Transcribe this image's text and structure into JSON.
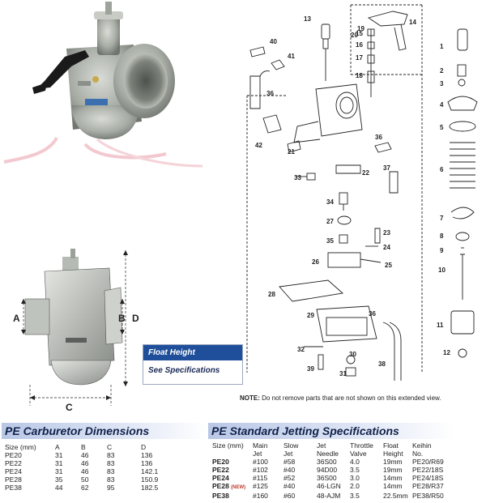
{
  "floatbox": {
    "title": "Float Height",
    "subtitle": "See Specifications"
  },
  "note": {
    "label": "NOTE:",
    "text": " Do not remove parts that are not shown on this extended view."
  },
  "dimensions": {
    "title": "PE Carburetor Dimensions",
    "headers": [
      "Size (mm)",
      "A",
      "B",
      "C",
      "D"
    ],
    "rows": [
      [
        "PE20",
        "31",
        "46",
        "83",
        "136"
      ],
      [
        "PE22",
        "31",
        "46",
        "83",
        "136"
      ],
      [
        "PE24",
        "31",
        "46",
        "83",
        "142.1"
      ],
      [
        "PE28",
        "35",
        "50",
        "83",
        "150.9"
      ],
      [
        "PE38",
        "44",
        "62",
        "95",
        "182.5"
      ]
    ]
  },
  "jetting": {
    "title": "PE Standard Jetting Specifications",
    "headers": [
      [
        "Size (mm)",
        ""
      ],
      [
        "Main",
        "Jet"
      ],
      [
        "Slow",
        "Jet"
      ],
      [
        "Jet",
        "Needle"
      ],
      [
        "Throttle",
        "Valve"
      ],
      [
        "Float",
        "Height"
      ],
      [
        "Keihin",
        "No."
      ]
    ],
    "rows": [
      {
        "size": "PE20",
        "tag": "",
        "cells": [
          "#100",
          "#58",
          "36S00",
          "4.0",
          "19mm",
          "PE20/R69"
        ]
      },
      {
        "size": "PE22",
        "tag": "",
        "cells": [
          "#102",
          "#40",
          "94D00",
          "3.5",
          "19mm",
          "PE22/18S"
        ]
      },
      {
        "size": "PE24",
        "tag": "",
        "cells": [
          "#115",
          "#52",
          "36S00",
          "3.0",
          "14mm",
          "PE24/18S"
        ]
      },
      {
        "size": "PE28",
        "tag": "(NEW)",
        "cells": [
          "#125",
          "#40",
          "46-LGN",
          "2.0",
          "14mm",
          "PE28/R37"
        ]
      },
      {
        "size": "PE38",
        "tag": "",
        "cells": [
          "#160",
          "#60",
          "48-AJM",
          "3.5",
          "22.5mm",
          "PE38/R50"
        ]
      }
    ]
  },
  "dim_letters": {
    "a": "A",
    "b": "B",
    "c": "C",
    "d": "D"
  },
  "parts": {
    "p1": "1",
    "p2": "2",
    "p3": "3",
    "p4": "4",
    "p5": "5",
    "p6": "6",
    "p7": "7",
    "p8": "8",
    "p9": "9",
    "p10": "10",
    "p11": "11",
    "p12": "12",
    "p13": "13",
    "p14": "14",
    "p15": "15",
    "p16": "16",
    "p17": "17",
    "p18": "18",
    "p19": "19",
    "p20": "20",
    "p21": "21",
    "p22": "22",
    "p23": "23",
    "p24": "24",
    "p25": "25",
    "p26": "26",
    "p27": "27",
    "p28": "28",
    "p29": "29",
    "p30": "30",
    "p31": "31",
    "p32": "32",
    "p33": "33",
    "p34": "34",
    "p35": "35",
    "p36a": "36",
    "p36b": "36",
    "p36c": "36",
    "p37": "37",
    "p38": "38",
    "p39": "39",
    "p40": "40",
    "p41": "41",
    "p42": "42"
  }
}
